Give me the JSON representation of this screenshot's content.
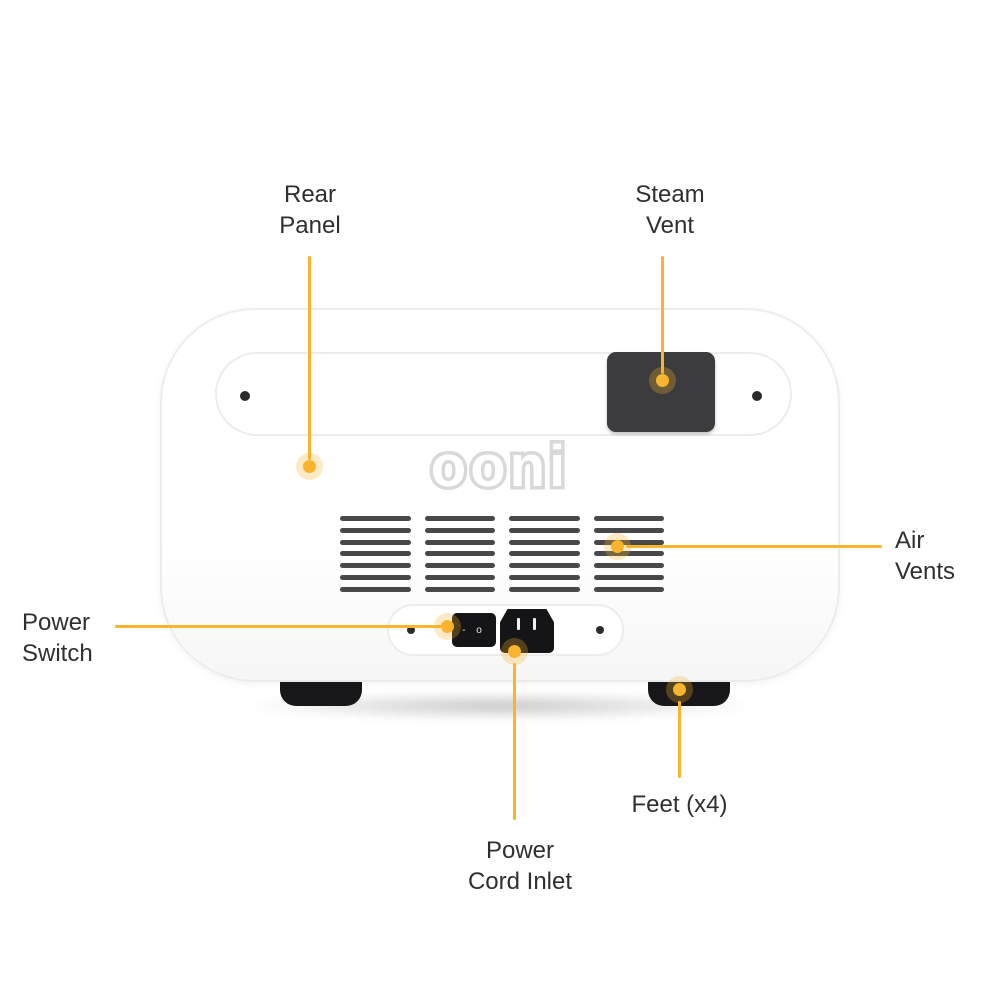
{
  "diagram": {
    "brand_logo": "ooni",
    "labels": {
      "rear_panel": "Rear\nPanel",
      "steam_vent": "Steam\nVent",
      "air_vents": "Air\nVents",
      "power_switch": "Power\nSwitch",
      "power_cord_inlet": "Power\nCord Inlet",
      "feet": "Feet (x4)"
    },
    "device": {
      "switch_marks": "- o",
      "vent_grid": {
        "columns": 4,
        "rows": 7
      }
    },
    "colors": {
      "accent": "#F7B42C",
      "body_outline": "#ECECEC",
      "steam_vent": "#3C3C3E",
      "vent_slat": "#48484A",
      "foot": "#18181A",
      "label_text": "#2F2F2F",
      "logo": "#D8D8D8"
    }
  }
}
